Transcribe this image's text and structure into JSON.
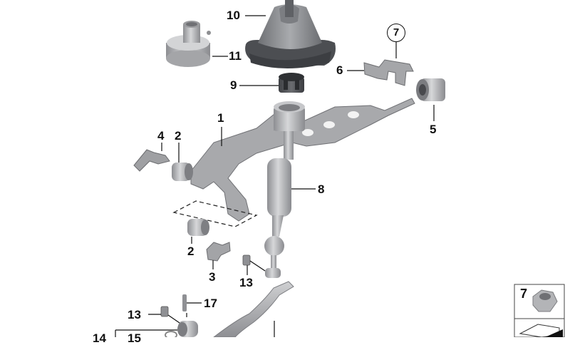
{
  "diagram": {
    "type": "exploded-parts-diagram",
    "subject": "gear shift lever assembly",
    "callouts": [
      {
        "id": "1",
        "label": "1",
        "part": "shift lever bracket / housing"
      },
      {
        "id": "2a",
        "label": "2",
        "part": "bushing (upper)"
      },
      {
        "id": "2b",
        "label": "2",
        "part": "bushing (lower)"
      },
      {
        "id": "3",
        "label": "3",
        "part": "bolt / pin"
      },
      {
        "id": "4",
        "label": "4",
        "part": "pin"
      },
      {
        "id": "5",
        "label": "5",
        "part": "rubber mount"
      },
      {
        "id": "6",
        "label": "6",
        "part": "bracket clip"
      },
      {
        "id": "7",
        "label": "7",
        "part": "hex flange nut (circled reference)"
      },
      {
        "id": "8",
        "label": "8",
        "part": "shift lever"
      },
      {
        "id": "9",
        "label": "9",
        "part": "bearing ring"
      },
      {
        "id": "10",
        "label": "10",
        "part": "shift boot / gaiter"
      },
      {
        "id": "11",
        "label": "11",
        "part": "bearing cup"
      },
      {
        "id": "13a",
        "label": "13",
        "part": "clip (upper)"
      },
      {
        "id": "13b",
        "label": "13",
        "part": "clip (lower)"
      },
      {
        "id": "14",
        "label": "14",
        "part": "shift rod assembly"
      },
      {
        "id": "15",
        "label": "15",
        "part": "joint"
      },
      {
        "id": "17",
        "label": "17",
        "part": "pin"
      }
    ],
    "legend": [
      {
        "label": "7",
        "part": "hex flange nut"
      }
    ]
  },
  "colors": {
    "part_light": "#c9c9cb",
    "part_mid": "#a3a4a7",
    "part_dark": "#6f7074",
    "rubber": "#55575b",
    "line": "#111111"
  }
}
